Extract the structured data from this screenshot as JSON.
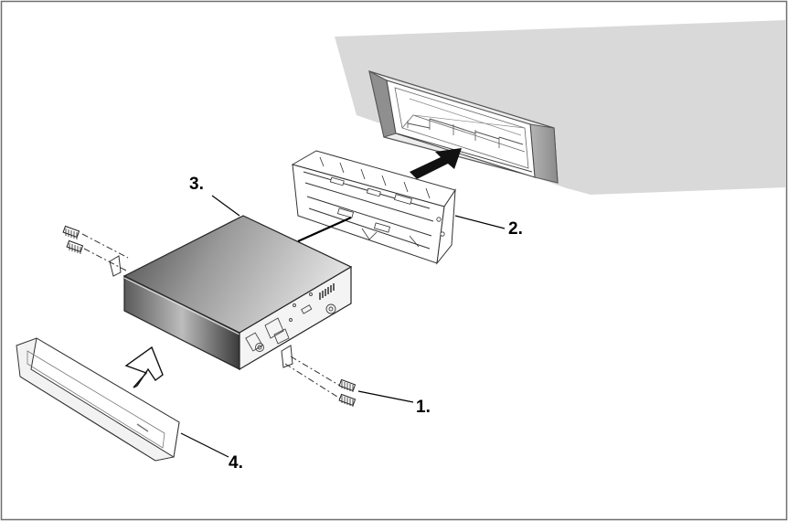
{
  "labels": {
    "part_1": "1.",
    "part_2": "2.",
    "part_3": "3.",
    "part_4": "4."
  },
  "colors": {
    "border": "#6f6f6f",
    "dashboard": "#d9d9d9",
    "line": "#000000",
    "bezel": "#bdbdbd"
  },
  "icons": {
    "install_arrow": "solid-arrow-up-right",
    "mount_arrow": "outline-arrow-up-right"
  }
}
